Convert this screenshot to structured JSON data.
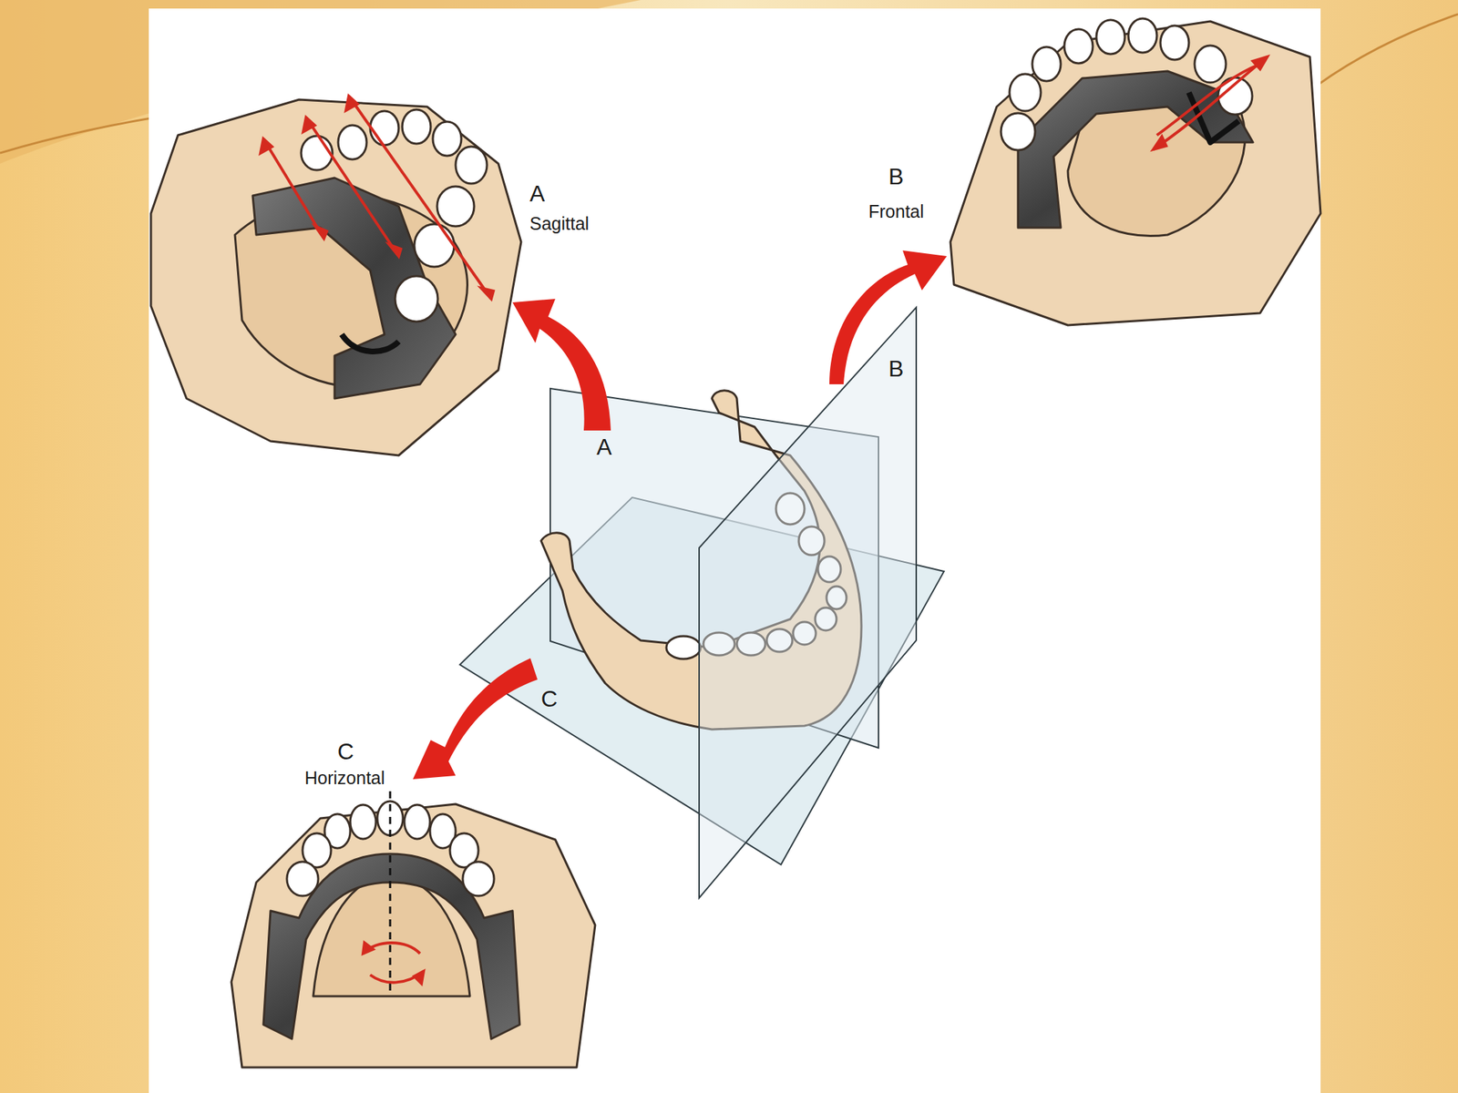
{
  "diagram": {
    "labels": [
      "A",
      "Sagittal",
      "B",
      "Frontal",
      "B",
      "A",
      "C",
      "C",
      "Horizontal"
    ]
  }
}
